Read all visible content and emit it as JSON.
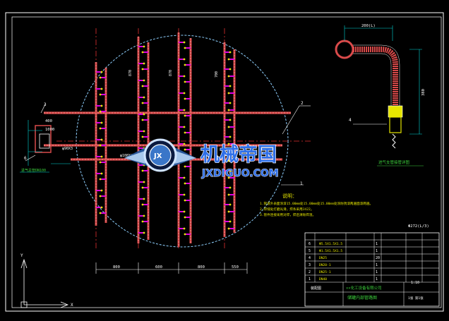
{
  "drawing": {
    "title_block": {
      "drawing_name": "储罐内部管路图",
      "part_label": "装配图",
      "company": "××化工设备有限公司",
      "rows": [
        {
          "no": "6",
          "code": "Φ5.5X1.5X1.5",
          "qty": "1"
        },
        {
          "no": "5",
          "code": "Φ1.5X1.5X1.5",
          "qty": "1"
        },
        {
          "no": "4",
          "code": "DN25",
          "qty": "20"
        },
        {
          "no": "3",
          "code": "DN20-1",
          "qty": "1"
        },
        {
          "no": "2",
          "code": "DN25-1",
          "qty": "1"
        },
        {
          "no": "1",
          "code": "DN40",
          "qty": "1"
        }
      ],
      "scale": "1:10",
      "sheet": "1张 第1张"
    },
    "notes": {
      "heading": "说明：",
      "lines": [
        "1.管道外表面涂漆15.00mm处15.00mm处15.00mm处涂防锈漆两遍面漆两遍。",
        "2.焊缝处打磨光滑，焊条采用J422。",
        "3.管件连接采用对焊，焊后清除焊渣。"
      ]
    },
    "ref_mark": "Φ272(L/3)",
    "dims": {
      "bottom": [
        "800",
        "600",
        "800",
        "550"
      ],
      "left_a": "400",
      "left_b": "1000",
      "detail_top": "200(L)",
      "detail_side": "380",
      "verticals": [
        "870",
        "870",
        "700"
      ]
    },
    "callouts": [
      "1",
      "2",
      "3",
      "4",
      "5",
      "6"
    ],
    "detail_caption": "进气支管接管详图",
    "left_caption": "进气总管DN100",
    "mid_labels": [
      "φ90X3",
      "φ108X4"
    ]
  },
  "watermark": {
    "cn": "机械帝国",
    "en": "JXDIGUO.COM",
    "badge": "JX"
  },
  "colors": {
    "bg": "#000000",
    "pipe": "#d94a4a",
    "frame": "#ffffff",
    "dim": "#00d8d8",
    "green": "#3ccf3c",
    "yellow": "#e6e600",
    "circle": "#8fd0ff",
    "magenta": "#e000e0"
  }
}
